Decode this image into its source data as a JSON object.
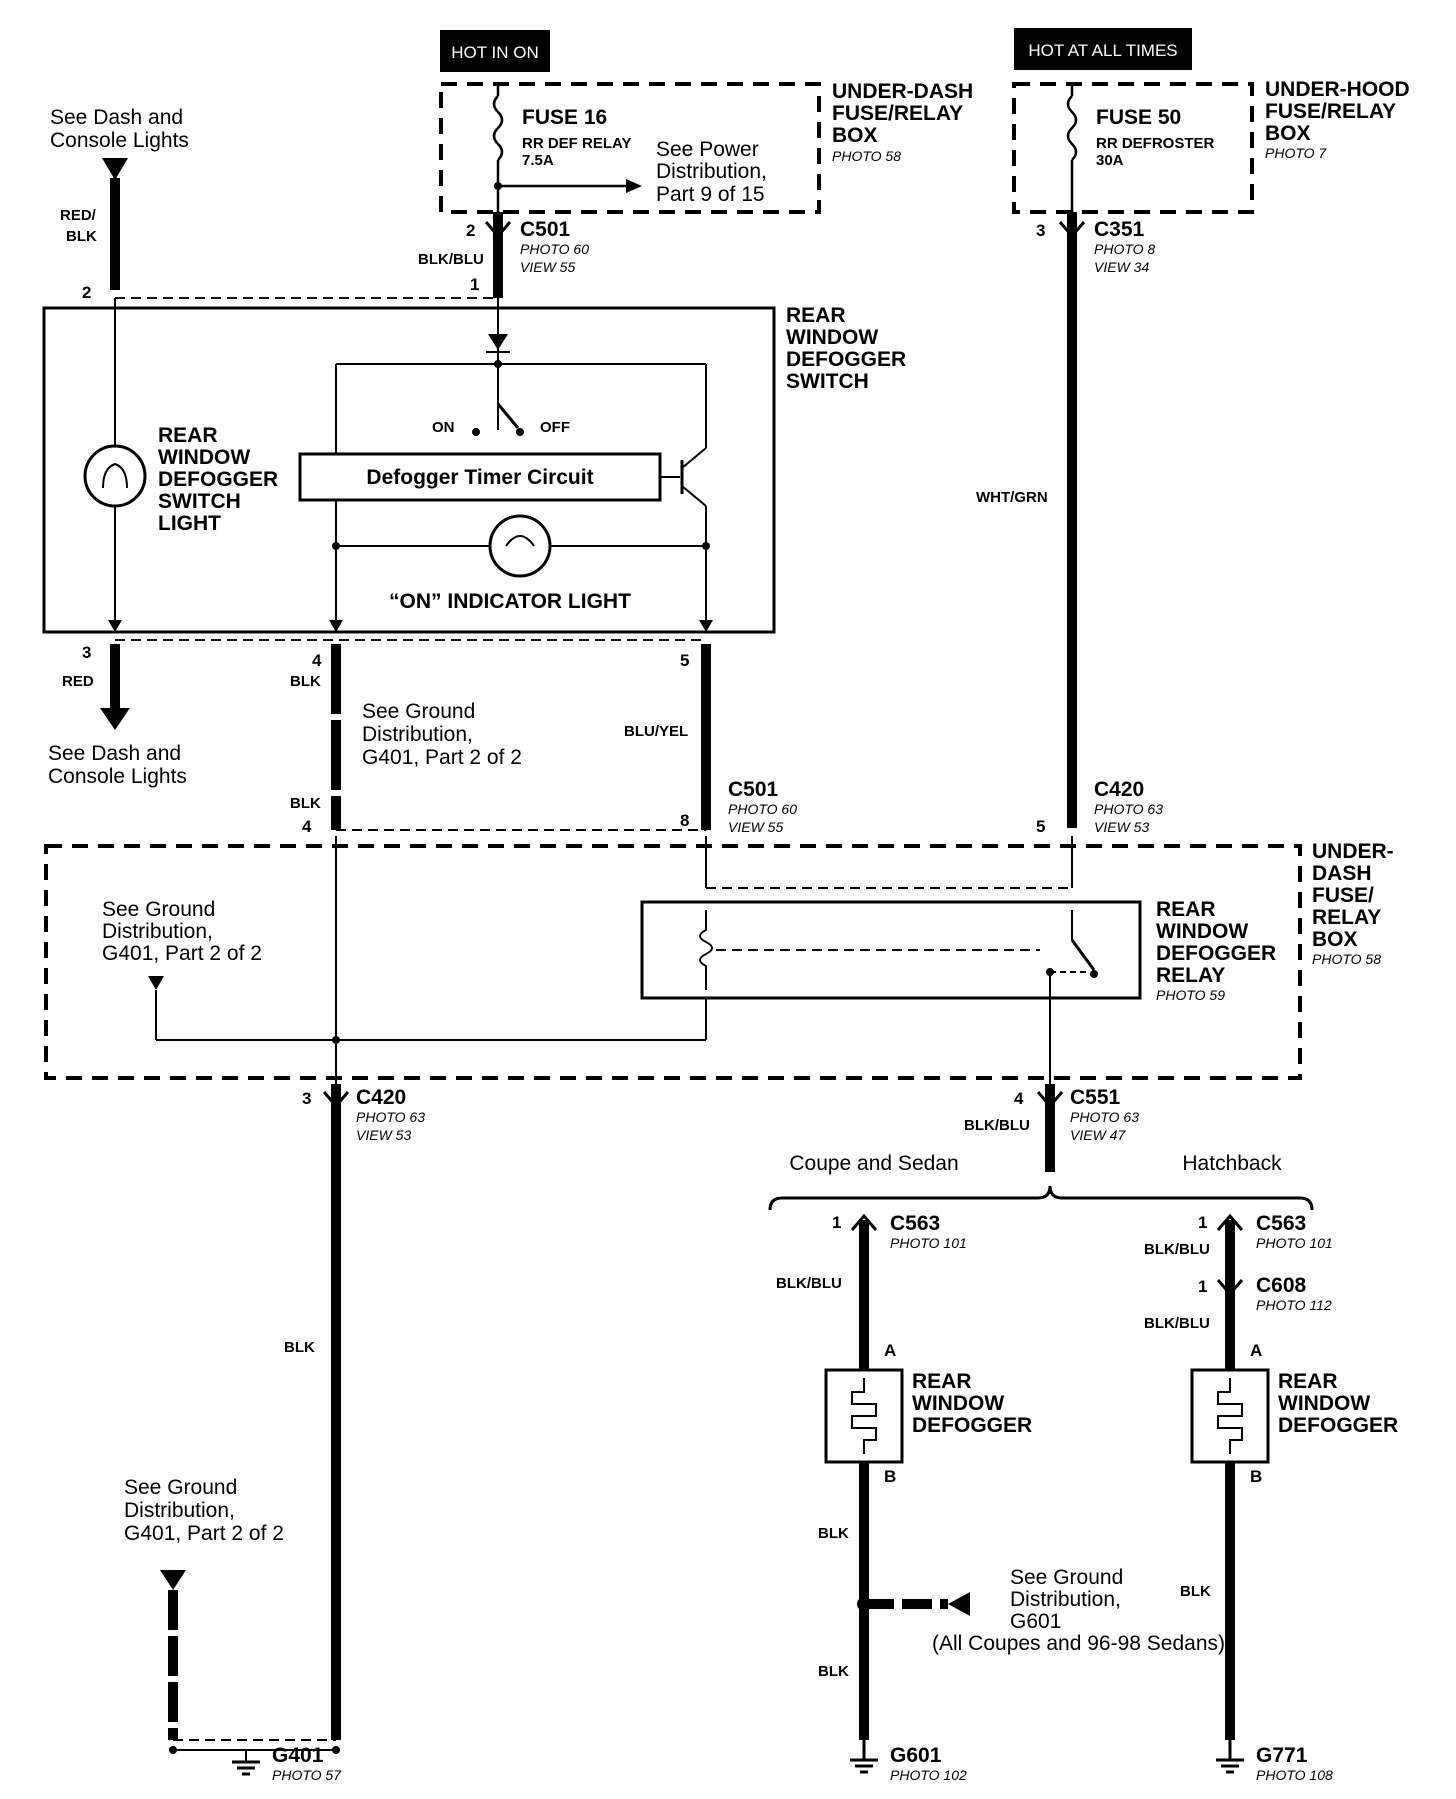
{
  "supplies": [
    {
      "tag": "HOT IN ON",
      "fuse": "FUSE 16",
      "fuse_sub1": "RR DEF RELAY",
      "fuse_sub2": "7.5A",
      "box": [
        "UNDER-DASH",
        "FUSE/RELAY",
        "BOX"
      ],
      "photo": "PHOTO 58",
      "note": [
        "See Power",
        "Distribution,",
        "Part 9 of 15"
      ]
    },
    {
      "tag": "HOT AT ALL TIMES",
      "fuse": "FUSE 50",
      "fuse_sub1": "RR DEFROSTER",
      "fuse_sub2": "30A",
      "box": [
        "UNDER-HOOD",
        "FUSE/RELAY",
        "BOX"
      ],
      "photo": "PHOTO 7"
    }
  ],
  "connectors": {
    "c501_top": {
      "name": "C501",
      "photo": "PHOTO 60",
      "view": "VIEW 55",
      "pin_top": "2",
      "pin_bot": "1",
      "wire": "BLK/BLU"
    },
    "c351": {
      "name": "C351",
      "photo": "PHOTO 8",
      "view": "VIEW 34",
      "pin": "3",
      "wire": "WHT/GRN"
    },
    "c501_bot": {
      "name": "C501",
      "photo": "PHOTO 60",
      "view": "VIEW 55",
      "pin_top": "5",
      "pin_bot": "8",
      "wire": "BLU/YEL"
    },
    "c420_top": {
      "name": "C420",
      "photo": "PHOTO 63",
      "view": "VIEW 53",
      "pin": "5"
    },
    "c420_bot": {
      "name": "C420",
      "photo": "PHOTO 63",
      "view": "VIEW 53",
      "pin": "3",
      "wire": "BLK"
    },
    "c551": {
      "name": "C551",
      "photo": "PHOTO 63",
      "view": "VIEW 47",
      "pin": "4",
      "wire": "BLK/BLU"
    },
    "c563_l": {
      "name": "C563",
      "photo": "PHOTO 101",
      "pin": "1",
      "wire": "BLK/BLU"
    },
    "c563_r": {
      "name": "C563",
      "photo": "PHOTO 101",
      "pin": "1",
      "wire": "BLK/BLU"
    },
    "c608": {
      "name": "C608",
      "photo": "PHOTO 112",
      "pin": "1",
      "wire": "BLK/BLU"
    }
  },
  "switch": {
    "title": [
      "REAR",
      "WINDOW",
      "DEFOGGER",
      "SWITCH"
    ],
    "light": [
      "REAR",
      "WINDOW",
      "DEFOGGER",
      "SWITCH",
      "LIGHT"
    ],
    "on": "ON",
    "off": "OFF",
    "timer": "Defogger Timer Circuit",
    "indicator": "“ON” INDICATOR LIGHT",
    "pins": {
      "p2": "2",
      "p3": "3",
      "p4": "4",
      "p5": "5"
    },
    "wires": {
      "p2": [
        "RED/",
        "BLK"
      ],
      "p3": "RED",
      "p4": "BLK"
    }
  },
  "left_refs": {
    "top": [
      "See Dash and",
      "Console Lights"
    ],
    "bottom": [
      "See Dash and",
      "Console Lights"
    ]
  },
  "ground_ref": [
    "See Ground",
    "Distribution,",
    "G401, Part 2 of 2"
  ],
  "relay_box": {
    "box": [
      "UNDER-",
      "DASH",
      "FUSE/",
      "RELAY",
      "BOX"
    ],
    "photo": "PHOTO 58",
    "relay": [
      "REAR",
      "WINDOW",
      "DEFOGGER",
      "RELAY"
    ],
    "relay_photo": "PHOTO 59",
    "pin4": "4",
    "wire4": "BLK"
  },
  "branches": {
    "left": "Coupe and Sedan",
    "right": "Hatchback"
  },
  "defoggers": {
    "label": [
      "REAR",
      "WINDOW",
      "DEFOGGER"
    ],
    "pinA": "A",
    "pinB": "B"
  },
  "ground_g601_ref": [
    "See Ground",
    "Distribution,",
    "G601",
    "(All Coupes and 96-98 Sedans)"
  ],
  "grounds": [
    {
      "name": "G401",
      "photo": "PHOTO 57"
    },
    {
      "name": "G601",
      "photo": "PHOTO 102"
    },
    {
      "name": "G771",
      "photo": "PHOTO 108"
    }
  ],
  "wire_blk": "BLK"
}
